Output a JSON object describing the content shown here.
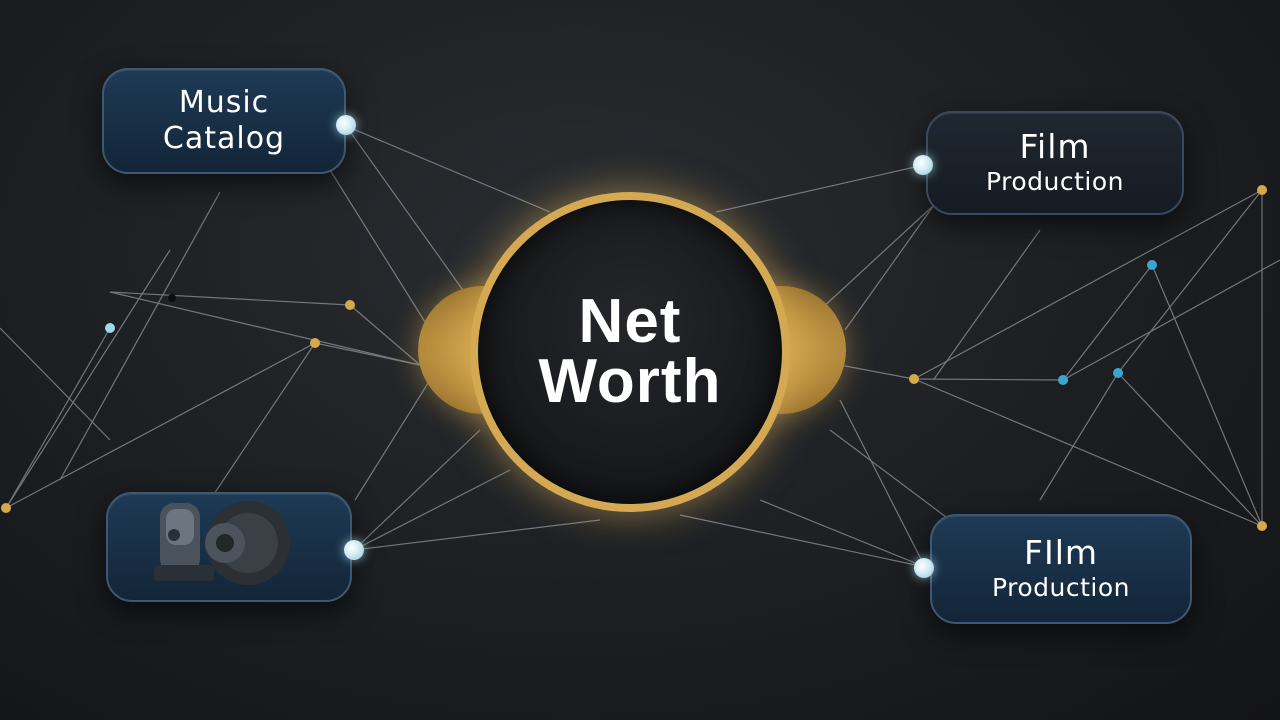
{
  "hub": {
    "line1": "Net",
    "line2": "Worth"
  },
  "cards": {
    "music_catalog": {
      "line1": "Music",
      "line2": "Catalog"
    },
    "film_production_top": {
      "line1": "Film",
      "line2": "Production"
    },
    "film_production_bottom": {
      "line1": "FIlm",
      "line2": "Production"
    },
    "media_device": {
      "icon": "camera-headphones-icon"
    }
  },
  "colors": {
    "background": "#1c1e21",
    "hub_ring": "#d5a953",
    "card_fill": "#1e3a55",
    "card_border": "#3e5873",
    "node_gold": "#d6a84a",
    "node_blue": "#3aa6d0",
    "node_pale": "#d6eef5",
    "edge": "#8e959c"
  }
}
